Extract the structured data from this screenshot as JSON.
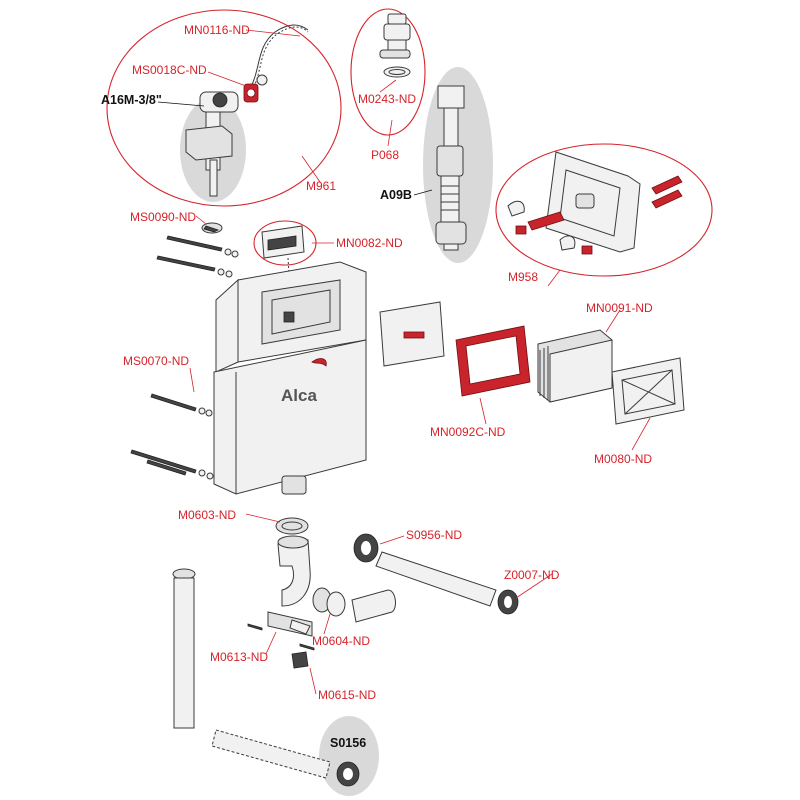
{
  "brand": {
    "logo_text": "Alca"
  },
  "colors": {
    "label": "#d6232a",
    "highlight_part": "#c9242b",
    "bold_label": "#111111"
  },
  "labels": {
    "mn0116": "MN0116-ND",
    "ms0018c": "MS0018C-ND",
    "a16m": "A16M-3/8\"",
    "m961": "M961",
    "m0243": "M0243-ND",
    "p068": "P068",
    "a09b": "A09B",
    "ms0090": "MS0090-ND",
    "mn0082": "MN0082-ND",
    "m958": "M958",
    "mn0091": "MN0091-ND",
    "ms0070": "MS0070-ND",
    "mn0092c": "MN0092C-ND",
    "m0080": "M0080-ND",
    "m0603": "M0603-ND",
    "s0956": "S0956-ND",
    "z0007": "Z0007-ND",
    "m0604": "M0604-ND",
    "m0613": "M0613-ND",
    "m0615": "M0615-ND",
    "s0156": "S0156"
  }
}
